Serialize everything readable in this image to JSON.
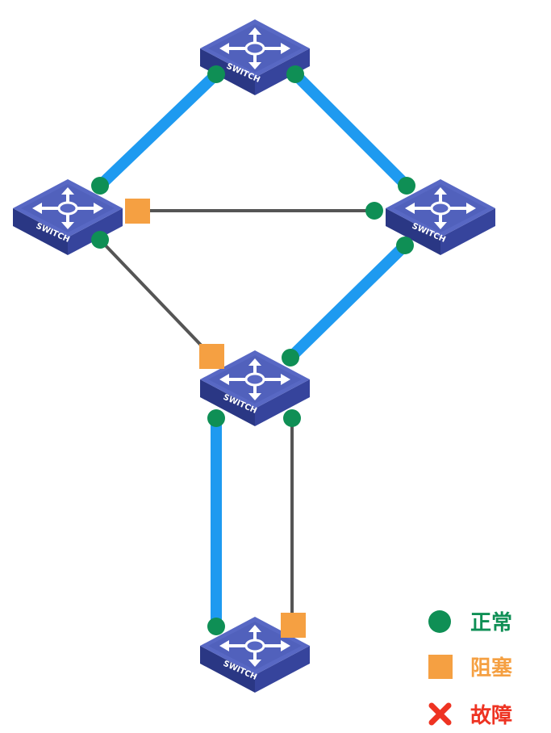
{
  "switch_label": "SWITCH",
  "colors": {
    "active_link": "#1e9af0",
    "blocked_link": "#555555",
    "normal_port": "#0f8f55",
    "blocked_port": "#f5a042",
    "fault": "#ee3322",
    "switch_top": "#5a6bc8",
    "switch_side": "#2c3a8c"
  },
  "legend": {
    "normal": "正常",
    "blocked": "阻塞",
    "fault": "故障"
  }
}
